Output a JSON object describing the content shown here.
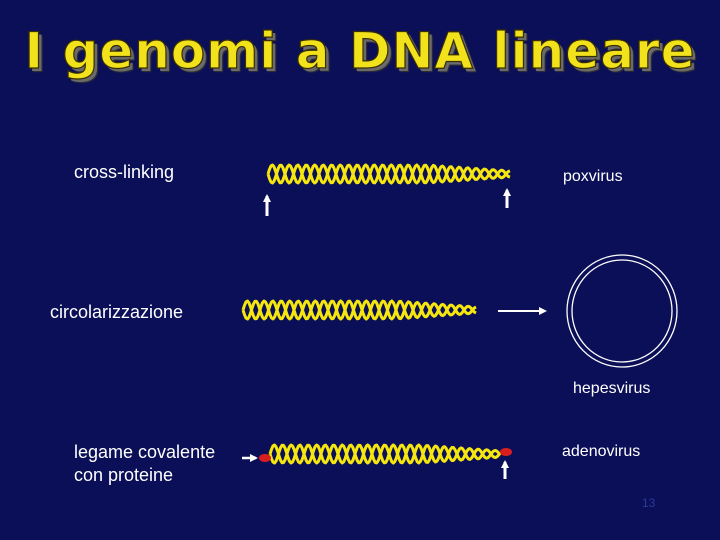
{
  "slide": {
    "title": "I genomi a DNA lineare",
    "page_number": "13"
  },
  "rows": [
    {
      "label": "cross-linking",
      "virus": "poxvirus"
    },
    {
      "label": "circolarizzazione",
      "virus": "hepesvirus"
    },
    {
      "label_line1": "legame covalente",
      "label_line2": "con proteine",
      "virus": "adenovirus"
    }
  ],
  "colors": {
    "background": "#0b0f57",
    "dna_strand": "#f5e60f",
    "protein": "#d81f1f",
    "arrow": "#ffffff"
  }
}
